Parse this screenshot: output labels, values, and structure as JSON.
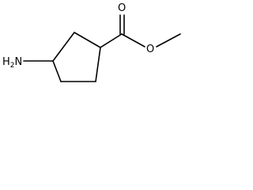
{
  "molecule": {
    "labels": {
      "amine_n": "N",
      "amine_h": "H",
      "amine_h_count": "2",
      "carbonyl_o": "O",
      "ester_o": "O"
    }
  }
}
